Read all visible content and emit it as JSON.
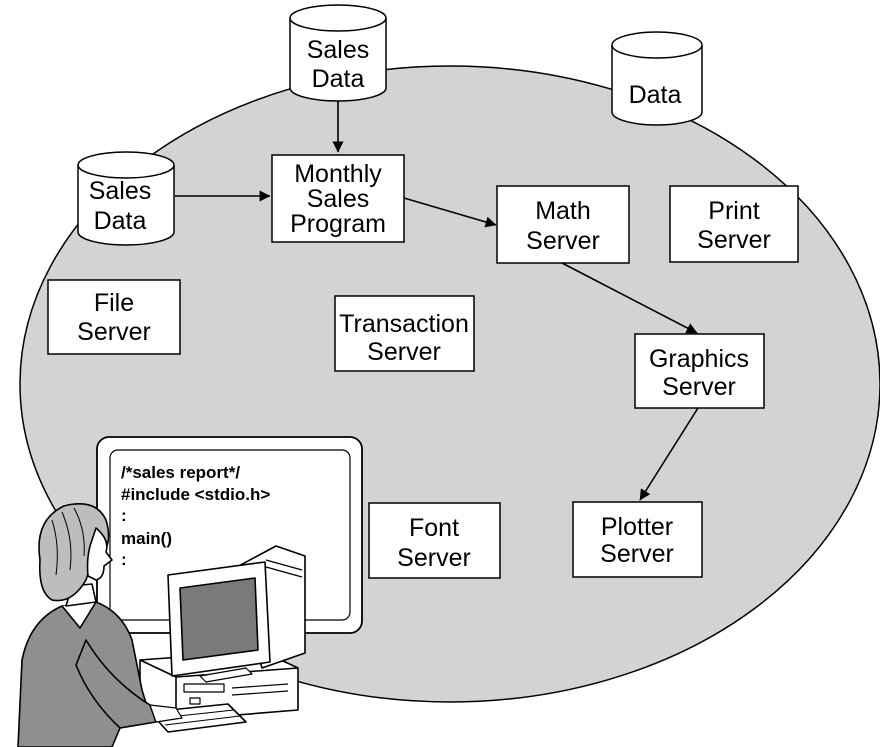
{
  "colors": {
    "network": "#d3d3d3",
    "outline": "#000000",
    "node_fill": "#ffffff",
    "person_jacket": "#8f8f8f",
    "screen": "#7a7a7a"
  },
  "databases": {
    "sales_data_top": [
      "Sales",
      "Data"
    ],
    "sales_data_left": [
      "Sales",
      "Data"
    ],
    "data": [
      "Data"
    ]
  },
  "nodes": {
    "monthly_sales_program": [
      "Monthly",
      "Sales",
      "Program"
    ],
    "math_server": [
      "Math",
      "Server"
    ],
    "print_server": [
      "Print",
      "Server"
    ],
    "file_server": [
      "File",
      "Server"
    ],
    "transaction_server": [
      "Transaction",
      "Server"
    ],
    "graphics_server": [
      "Graphics",
      "Server"
    ],
    "font_server": [
      "Font",
      "Server"
    ],
    "plotter_server": [
      "Plotter",
      "Server"
    ]
  },
  "code_panel": {
    "lines": [
      "/*sales report*/",
      "#include <stdio.h>",
      ":",
      "main()",
      ":"
    ]
  },
  "edges": [
    {
      "from": "sales_data_top",
      "to": "monthly_sales_program"
    },
    {
      "from": "sales_data_left",
      "to": "monthly_sales_program"
    },
    {
      "from": "monthly_sales_program",
      "to": "math_server"
    },
    {
      "from": "math_server",
      "to": "graphics_server"
    },
    {
      "from": "graphics_server",
      "to": "plotter_server"
    }
  ],
  "icons": {
    "person": "user-at-workstation-icon",
    "computer": "desktop-computer-icon"
  }
}
